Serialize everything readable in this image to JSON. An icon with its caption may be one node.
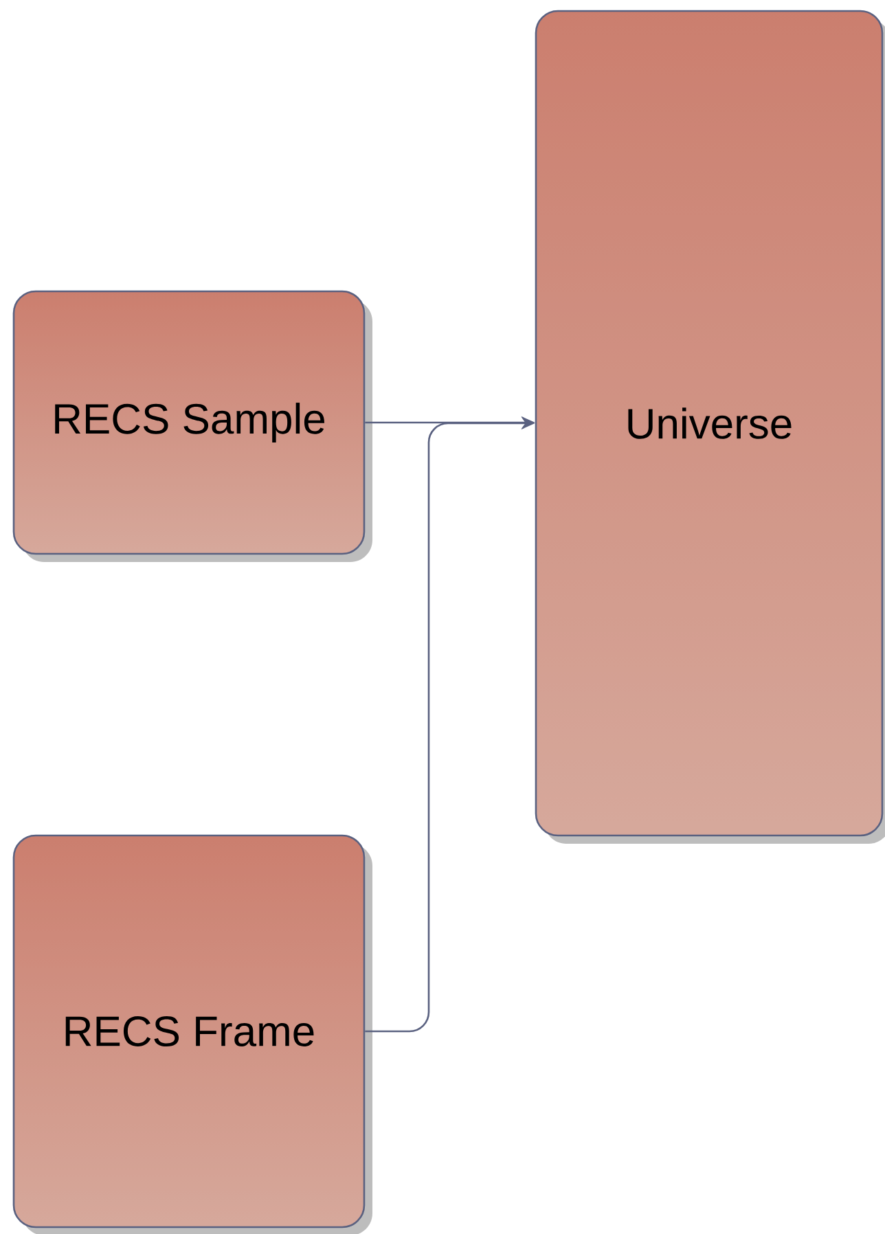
{
  "diagram": {
    "nodes": [
      {
        "text": [
          "RECS Sample"
        ]
      },
      {
        "text": [
          "RECS Frame"
        ]
      },
      {
        "text": [
          "Universe"
        ]
      }
    ],
    "edges": [
      {
        "from": 0,
        "to": 2,
        "arrow": "to"
      },
      {
        "from": 1,
        "to": 2,
        "arrow": "to"
      }
    ]
  }
}
